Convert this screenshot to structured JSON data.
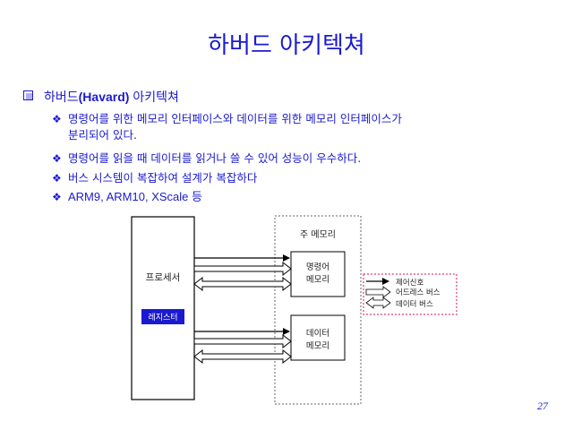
{
  "title": "하버드 아키텍쳐",
  "heading": {
    "prefix": "하버드",
    "bold": "(Havard)",
    "suffix": " 아키텍쳐"
  },
  "bullets": [
    {
      "line1": "명령어를 위한 메모리 인터페이스와 데이터를 위한 메모리 인터페이스가",
      "line2": "분리되어 있다."
    },
    {
      "line1": "명령어를 읽을 때 데이터를 읽거나 쓸 수 있어 성능이 우수하다."
    },
    {
      "line1": "버스 시스템이 복잡하여 설계가 복잡하다"
    },
    {
      "line1": "ARM9, ARM10, XScale 등"
    }
  ],
  "diagram": {
    "processor_label": "프로세서",
    "register_label": "레지스터",
    "main_memory_label": "주 메모리",
    "instruction_memory_line1": "명령어",
    "instruction_memory_line2": "메모리",
    "data_memory_line1": "데이터",
    "data_memory_line2": "메모리",
    "legend": {
      "control": "제어신호",
      "address_bus": "어드레스 버스",
      "data_bus": "데이터 버스"
    }
  },
  "page_number": "27",
  "colors": {
    "text_blue": "#1a1ad0",
    "register_fill": "#1a1ad0",
    "legend_border": "#e04070"
  }
}
